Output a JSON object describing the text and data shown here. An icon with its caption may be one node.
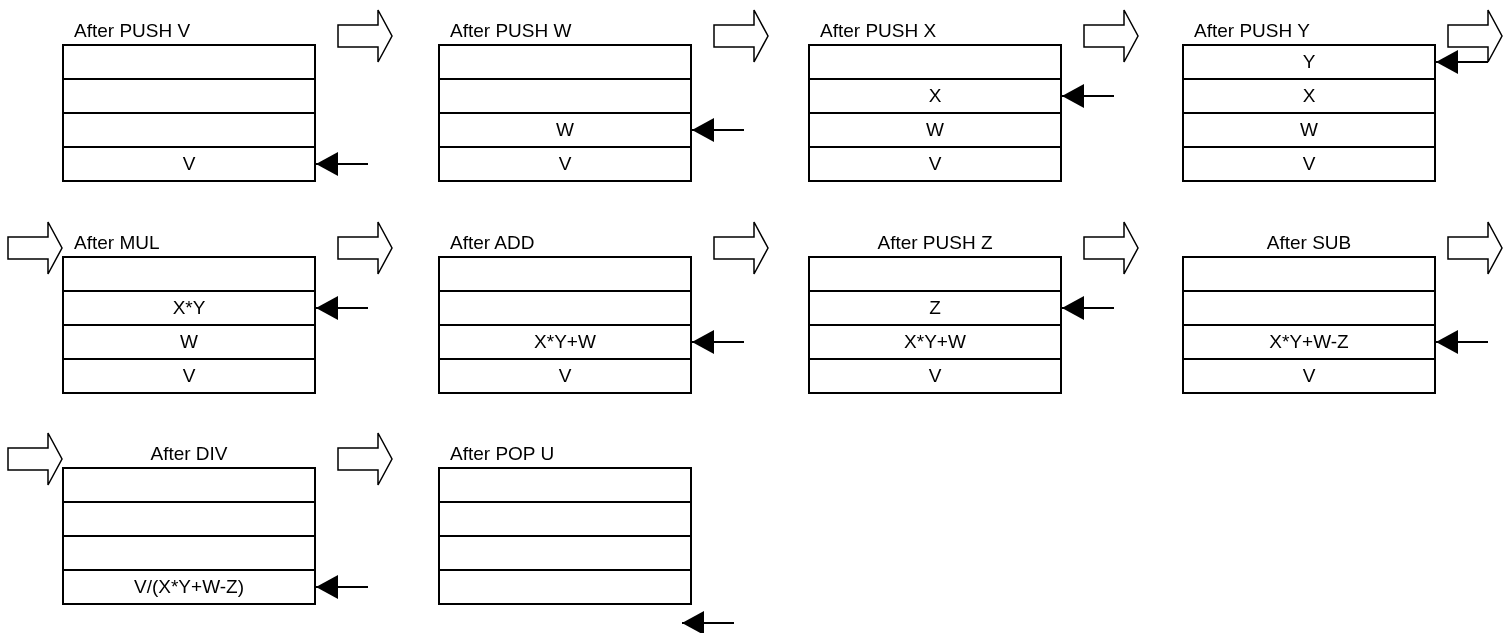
{
  "diagram": {
    "nodes": [
      {
        "text": [
          "After PUSH V"
        ]
      },
      {
        "text": [],
        "shape": "box",
        "in": 0
      },
      {
        "text": [],
        "shape": "box",
        "in": 0
      },
      {
        "text": [],
        "shape": "box",
        "in": 0
      },
      {
        "text": [
          "V"
        ],
        "in": 0
      },
      {
        "text": [
          "After PUSH W"
        ]
      },
      {
        "text": [],
        "shape": "box",
        "in": 5
      },
      {
        "text": [],
        "shape": "box",
        "in": 5
      },
      {
        "text": [
          "W"
        ],
        "in": 5
      },
      {
        "text": [
          "V"
        ],
        "in": 5
      },
      {
        "text": [
          "After PUSH X"
        ]
      },
      {
        "text": [],
        "shape": "box",
        "in": 10
      },
      {
        "text": [
          "X"
        ],
        "in": 10
      },
      {
        "text": [
          "W"
        ],
        "in": 10
      },
      {
        "text": [
          "V"
        ],
        "in": 10
      },
      {
        "text": [
          "After PUSH Y"
        ]
      },
      {
        "text": [
          "Y"
        ],
        "in": 15
      },
      {
        "text": [
          "X"
        ],
        "in": 15
      },
      {
        "text": [
          "W"
        ],
        "in": 15
      },
      {
        "text": [
          "V"
        ],
        "in": 15
      },
      {
        "text": [
          "After MUL"
        ]
      },
      {
        "text": [],
        "shape": "box",
        "in": 20
      },
      {
        "text": [
          "X*Y"
        ],
        "in": 20
      },
      {
        "text": [
          "W"
        ],
        "in": 20
      },
      {
        "text": [
          "V"
        ],
        "in": 20
      },
      {
        "text": [
          "After ADD"
        ]
      },
      {
        "text": [],
        "shape": "box",
        "in": 25
      },
      {
        "text": [],
        "shape": "box",
        "in": 25
      },
      {
        "text": [
          "X*Y+W"
        ],
        "in": 25
      },
      {
        "text": [
          "V"
        ],
        "in": 25
      },
      {
        "text": [
          "After PUSH Z"
        ]
      },
      {
        "text": [],
        "shape": "box",
        "in": 30
      },
      {
        "text": [
          "Z"
        ],
        "in": 30
      },
      {
        "text": [
          "X*Y+W"
        ],
        "in": 30
      },
      {
        "text": [
          "V"
        ],
        "in": 30
      },
      {
        "text": [
          "After SUB"
        ]
      },
      {
        "text": [],
        "shape": "box",
        "in": 35
      },
      {
        "text": [],
        "shape": "box",
        "in": 35
      },
      {
        "text": [
          "X*Y+W-Z"
        ],
        "in": 35
      },
      {
        "text": [
          "V"
        ],
        "in": 35
      },
      {
        "text": [
          "After DIV"
        ]
      },
      {
        "text": [],
        "shape": "box",
        "in": 40
      },
      {
        "text": [],
        "shape": "box",
        "in": 40
      },
      {
        "text": [],
        "shape": "box",
        "in": 40
      },
      {
        "text": [
          "V/(X*Y+W-Z)"
        ],
        "in": 40
      },
      {
        "text": [
          "After POP U"
        ]
      },
      {
        "text": [],
        "shape": "box",
        "in": 45
      },
      {
        "text": [],
        "shape": "box",
        "in": 45
      },
      {
        "text": [],
        "shape": "box",
        "in": 45
      },
      {
        "text": [],
        "shape": "box",
        "in": 45
      }
    ],
    "edges": [
      {
        "from": 0,
        "to": 5,
        "arrow": "to"
      },
      {
        "from": 5,
        "to": 10,
        "arrow": "to"
      },
      {
        "from": 10,
        "to": 15,
        "arrow": "to"
      },
      {
        "from": 15,
        "to": null,
        "arrow": "to"
      },
      {
        "from": null,
        "to": 20,
        "arrow": "to"
      },
      {
        "from": 20,
        "to": 25,
        "arrow": "to"
      },
      {
        "from": 25,
        "to": 30,
        "arrow": "to"
      },
      {
        "from": 30,
        "to": 35,
        "arrow": "to"
      },
      {
        "from": 35,
        "to": null,
        "arrow": "to"
      },
      {
        "from": null,
        "to": 40,
        "arrow": "to"
      },
      {
        "from": 40,
        "to": 45,
        "arrow": "to"
      },
      {
        "from": null,
        "to": 4,
        "arrow": "to"
      },
      {
        "from": null,
        "to": 8,
        "arrow": "to"
      },
      {
        "from": null,
        "to": 12,
        "arrow": "to"
      },
      {
        "from": null,
        "to": 16,
        "arrow": "to"
      },
      {
        "from": null,
        "to": 22,
        "arrow": "to"
      },
      {
        "from": null,
        "to": 28,
        "arrow": "to"
      },
      {
        "from": null,
        "to": 32,
        "arrow": "to"
      },
      {
        "from": null,
        "to": 38,
        "arrow": "to"
      },
      {
        "from": null,
        "to": 44,
        "arrow": "to"
      },
      {
        "from": null,
        "to": 45,
        "arrow": "to"
      }
    ]
  }
}
